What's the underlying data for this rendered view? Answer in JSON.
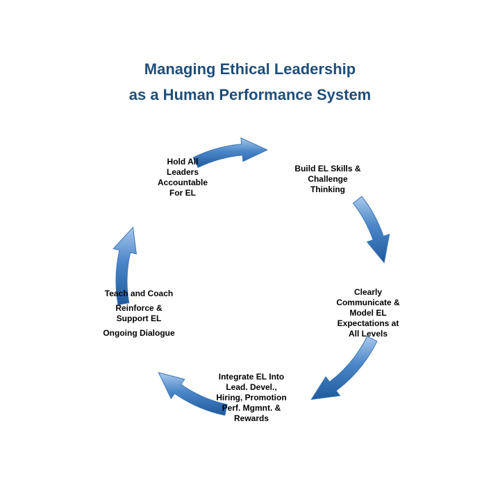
{
  "title": {
    "line1": "Managing Ethical Leadership",
    "line2": "as a Human Performance System"
  },
  "colors": {
    "title": "#1f4e79",
    "arrow_light": "#a9c8ec",
    "arrow_mid": "#4a86c8",
    "arrow_dark": "#1e5a9c"
  },
  "nodes": {
    "top_left": [
      "Hold All",
      "Leaders",
      "Accountable",
      "For EL"
    ],
    "top_right": [
      "Build EL Skills &",
      "Challenge",
      "Thinking"
    ],
    "right": [
      "Clearly",
      "Communicate &",
      "Model EL",
      "Expectations at",
      "All Levels"
    ],
    "bottom": [
      "Integrate EL Into",
      "Lead. Devel.,",
      "Hiring, Promotion",
      "Perf. Mgmnt. &",
      "Rewards"
    ],
    "left": {
      "item1": "Teach and Coach",
      "item2_lines": [
        "Reinforce &",
        "Support EL"
      ],
      "item3": "Ongoing Dialogue"
    }
  },
  "arrows": [
    "arrow-top",
    "arrow-right",
    "arrow-bottom-right",
    "arrow-bottom-left",
    "arrow-left"
  ]
}
